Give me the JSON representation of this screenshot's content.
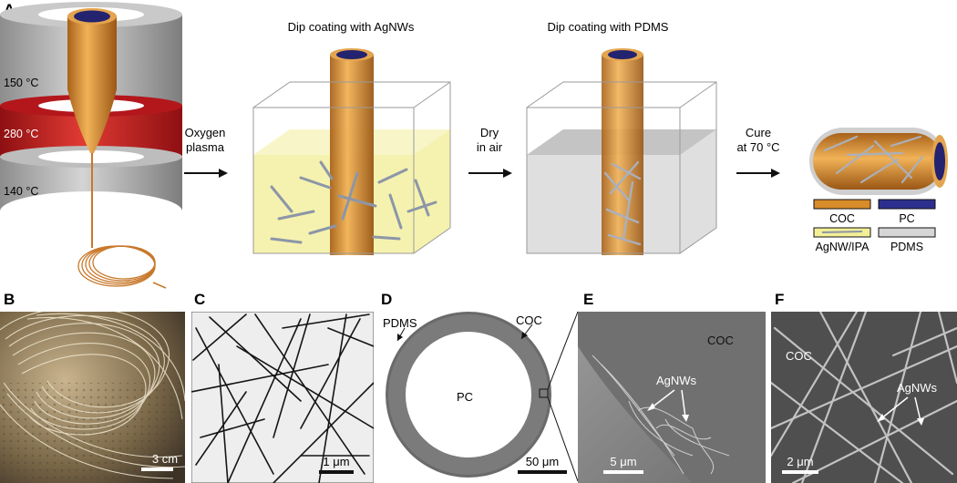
{
  "panel_a": {
    "letter": "A",
    "temps": [
      "150 °C",
      "280 °C",
      "140 °C"
    ],
    "step1": {
      "title": "Dip coating with AgNWs"
    },
    "step2": {
      "title": "Dip coating with PDMS"
    },
    "arrow1": {
      "line1": "Oxygen",
      "line2": "plasma"
    },
    "arrow2": {
      "line1": "Dry",
      "line2": "in air"
    },
    "arrow3": {
      "line1": "Cure",
      "line2": "at 70 °C"
    },
    "legend": [
      {
        "label": "COC",
        "color": "#d98c2a"
      },
      {
        "label": "PC",
        "color": "#2d2f8f"
      },
      {
        "label": "AgNW/IPA",
        "color": "#f3ef96"
      },
      {
        "label": "PDMS",
        "color": "#d6d6d6"
      }
    ]
  },
  "panel_b": {
    "letter": "B",
    "scale": "3 cm"
  },
  "panel_c": {
    "letter": "C",
    "scale": "1 μm"
  },
  "panel_d": {
    "letter": "D",
    "label_pdms": "PDMS",
    "label_coc": "COC",
    "label_pc": "PC",
    "scale": "50 μm"
  },
  "panel_e": {
    "letter": "E",
    "label_coc": "COC",
    "label_agnw": "AgNWs",
    "scale": "5 μm"
  },
  "panel_f": {
    "letter": "F",
    "label_coc": "COC",
    "label_agnw": "AgNWs",
    "scale": "2 μm"
  }
}
